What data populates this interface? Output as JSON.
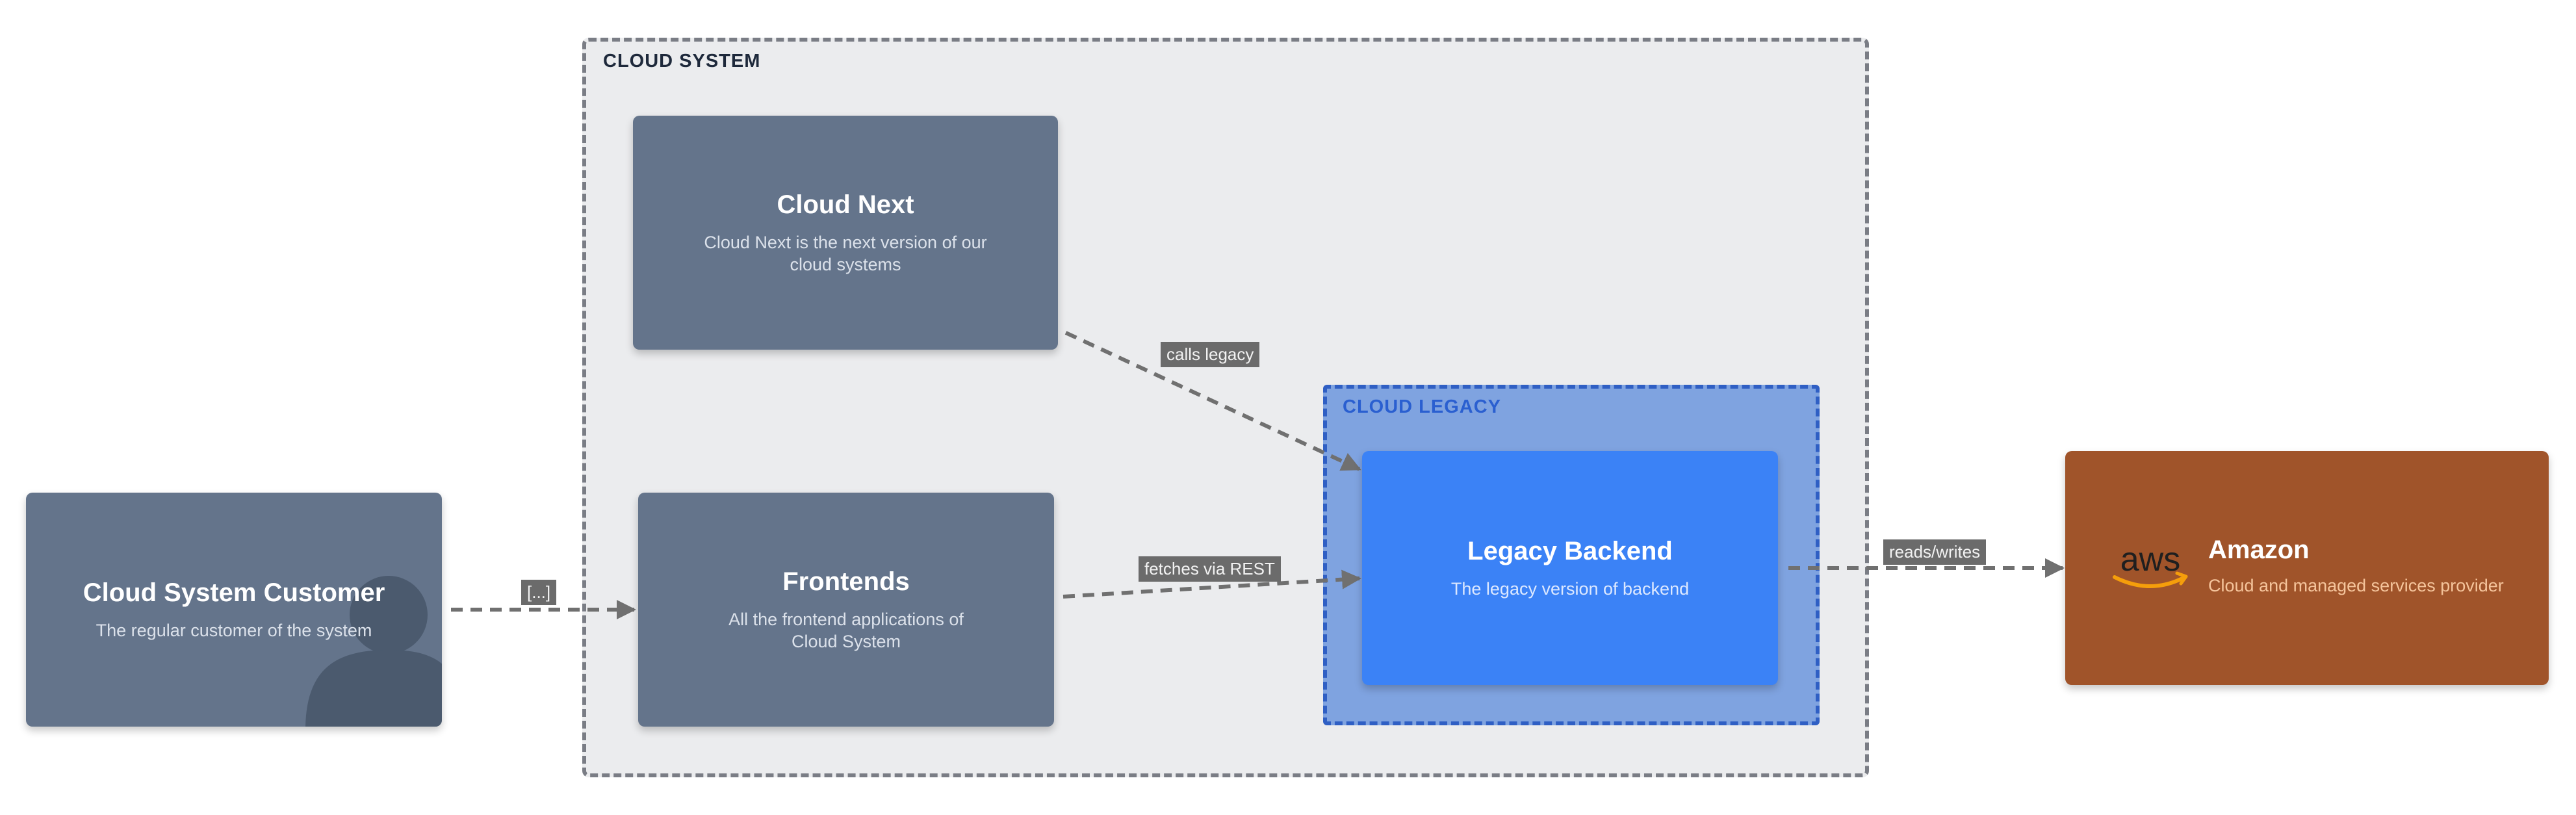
{
  "boundaries": {
    "cloud_system": {
      "label": "CLOUD SYSTEM",
      "color": "#1e293b"
    },
    "cloud_legacy": {
      "label": "CLOUD LEGACY",
      "color": "#2a5fd0"
    }
  },
  "nodes": {
    "customer": {
      "title": "Cloud System Customer",
      "description": "The regular customer of the system",
      "fill": "#64748b",
      "icon": "person-silhouette-icon"
    },
    "cloud_next": {
      "title": "Cloud Next",
      "description": "Cloud Next is the next version of our cloud systems",
      "fill": "#64748b"
    },
    "frontends": {
      "title": "Frontends",
      "description": "All the frontend applications of Cloud System",
      "fill": "#64748b"
    },
    "legacy_backend": {
      "title": "Legacy Backend",
      "description": "The legacy version of backend",
      "fill": "#3b82f6"
    },
    "amazon": {
      "title": "Amazon",
      "description": "Cloud and managed services provider",
      "fill": "#a0542a",
      "icon": "aws-logo-icon"
    }
  },
  "edges": [
    {
      "from": "Cloud System Customer",
      "to": "Frontends",
      "label": "[...]"
    },
    {
      "from": "Cloud Next",
      "to": "Legacy Backend",
      "label": "calls legacy"
    },
    {
      "from": "Frontends",
      "to": "Legacy Backend",
      "label": "fetches via REST"
    },
    {
      "from": "Legacy Backend",
      "to": "Amazon",
      "label": "reads/writes"
    }
  ]
}
